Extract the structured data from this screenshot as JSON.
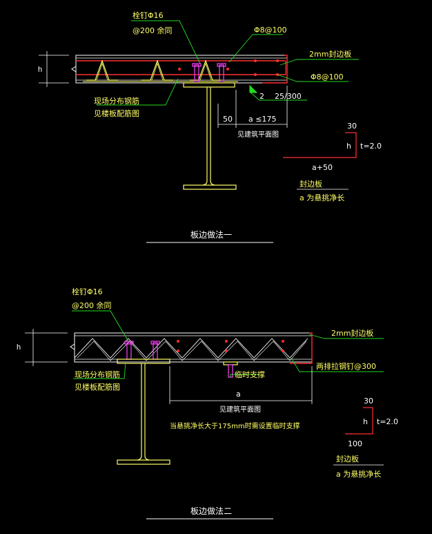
{
  "colors": {
    "background": "#000000",
    "white": "#ffffff",
    "yellow": "#ffff66",
    "green": "#22dd22",
    "red": "#ff3030",
    "magenta": "#ff44ff",
    "cyan": "#22dddd"
  },
  "detail1": {
    "stud_label_1": "栓钉Φ16",
    "stud_label_2": "@200 余同",
    "rebar_top": "Φ8@100",
    "edge_plate": "2mm封边板",
    "rebar_bottom": "Φ8@100",
    "weld_size": "2",
    "weld_spacing": "25/300",
    "dist_rebar_1": "现场分布钢筋",
    "dist_rebar_2": "见楼板配筋图",
    "dim_50": "50",
    "dim_a": "a ≤175",
    "see_arch": "见建筑平面图",
    "dim_h": "h",
    "profile_30": "30",
    "profile_h": "h",
    "profile_t": "t=2.0",
    "profile_a50": "a+50",
    "legend_1": "封边板",
    "legend_2": "a 为悬挑净长",
    "caption": "板边做法一"
  },
  "detail2": {
    "stud_label_1": "栓钉Φ16",
    "stud_label_2": "@200 余同",
    "edge_plate": "2mm封边板",
    "tie_rebar": "两排拉钢钉@300",
    "dist_rebar_1": "现场分布钢筋",
    "dist_rebar_2": "见楼板配筋图",
    "temp_support": "临时支撑",
    "dim_a": "a",
    "see_arch": "见建筑平面图",
    "note": "当悬挑净长大于175mm时需设置临时支撑",
    "dim_h": "h",
    "profile_30": "30",
    "profile_h": "h",
    "profile_t": "t=2.0",
    "profile_100": "100",
    "legend_1": "封边板",
    "legend_2": "a 为悬挑净长",
    "caption": "板边做法二"
  }
}
